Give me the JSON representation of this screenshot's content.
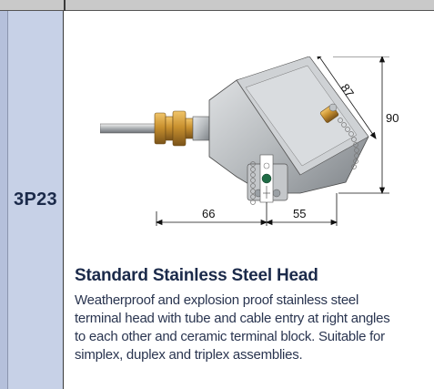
{
  "product": {
    "code": "3P23",
    "title": "Standard Stainless Steel Head",
    "description_lines": [
      "Weatherproof and explosion proof stainless steel",
      "terminal head with tube and cable entry at right angles",
      "to each other and ceramic terminal block. Suitable for",
      "simplex, duplex and triplex assemblies."
    ]
  },
  "dimensions": {
    "left_length": "66",
    "right_length": "55",
    "height": "90",
    "diagonal": "87"
  },
  "colors": {
    "code_column": "#c7d1e7",
    "title_text": "#1b2a4a",
    "body_text": "#2a3550",
    "fitting": "#c9912f",
    "head_metal": "#b8bcbf"
  }
}
